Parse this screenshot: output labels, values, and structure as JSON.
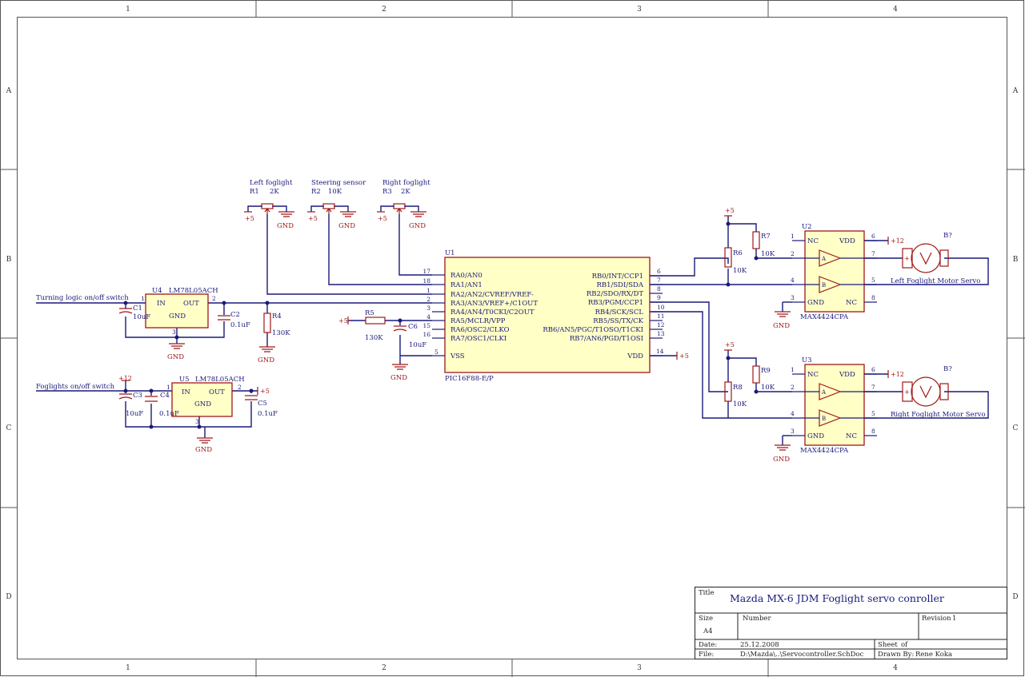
{
  "border": {
    "columns": [
      "1",
      "2",
      "3",
      "4"
    ],
    "rows": [
      "A",
      "B",
      "C",
      "D"
    ]
  },
  "title_block": {
    "title_label": "Title",
    "title": "Mazda MX-6 JDM Foglight servo conroller",
    "size_label": "Size",
    "size": "A4",
    "number_label": "Number",
    "revision_label": "Revision",
    "revision": "1",
    "date_label": "Date:",
    "date": "25.12.2008",
    "sheet_label": "Sheet",
    "sheet_of": "of",
    "file_label": "File:",
    "file": "D:\\Mazda\\..\\Servocontroller.SchDoc",
    "drawn_label": "Drawn By:",
    "drawn_by": "Rene Koka"
  },
  "nets": {
    "turning_logic": "Turning logic on/off switch",
    "foglights": "Foglights on/off switch",
    "gnd": "GND",
    "plus5": "+5",
    "plus12": "+12"
  },
  "components": {
    "pots": [
      {
        "title": "Left foglight",
        "ref": "R1",
        "value": "2K"
      },
      {
        "title": "Steering sensor",
        "ref": "R2",
        "value": "10K"
      },
      {
        "title": "Right foglight",
        "ref": "R3",
        "value": "2K"
      }
    ],
    "u4": {
      "ref": "U4",
      "part": "LM78L05ACH",
      "in": "IN",
      "out": "OUT",
      "gnd": "GND",
      "pin1": "1",
      "pin2": "2",
      "pin3": "3"
    },
    "u5": {
      "ref": "U5",
      "part": "LM78L05ACH",
      "in": "IN",
      "out": "OUT",
      "gnd": "GND",
      "pin1": "1",
      "pin2": "2",
      "pin3": "3"
    },
    "c1": {
      "ref": "C1",
      "value": "10uF"
    },
    "c2": {
      "ref": "C2",
      "value": "0.1uF"
    },
    "c3": {
      "ref": "C3",
      "value": "10uF"
    },
    "c4": {
      "ref": "C4",
      "value": "0.1uF"
    },
    "c5": {
      "ref": "C5",
      "value": "0.1uF"
    },
    "c6": {
      "ref": "C6",
      "value": "10uF"
    },
    "r4": {
      "ref": "R4",
      "value": "130K"
    },
    "r5": {
      "ref": "R5",
      "value": "130K"
    },
    "r6": {
      "ref": "R6",
      "value": "10K"
    },
    "r7": {
      "ref": "R7",
      "value": "10K"
    },
    "r8": {
      "ref": "R8",
      "value": "10K"
    },
    "r9": {
      "ref": "R9",
      "value": "10K"
    },
    "u1": {
      "ref": "U1",
      "part": "PIC16F88-E/P",
      "left_pins": [
        {
          "num": "17",
          "name": "RA0/AN0"
        },
        {
          "num": "18",
          "name": "RA1/AN1"
        },
        {
          "num": "1",
          "name": "RA2/AN2/CVREF/VREF-"
        },
        {
          "num": "2",
          "name": "RA3/AN3/VREF+/C1OUT"
        },
        {
          "num": "3",
          "name": "RA4/AN4/T0CKI/C2OUT"
        },
        {
          "num": "4",
          "name": "RA5/MCLR/VPP"
        },
        {
          "num": "15",
          "name": "RA6/OSC2/CLKO"
        },
        {
          "num": "16",
          "name": "RA7/OSC1/CLKI"
        }
      ],
      "right_pins": [
        {
          "num": "6",
          "name": "RB0/INT/CCP1"
        },
        {
          "num": "7",
          "name": "RB1/SDI/SDA"
        },
        {
          "num": "8",
          "name": "RB2/SDO/RX/DT"
        },
        {
          "num": "9",
          "name": "RB3/PGM/CCP1"
        },
        {
          "num": "10",
          "name": "RB4/SCK/SCL"
        },
        {
          "num": "11",
          "name": "RB5/SS/TX/CK"
        },
        {
          "num": "12",
          "name": "RB6/AN5/PGC/T1OSO/T1CKI"
        },
        {
          "num": "13",
          "name": "RB7/AN6/PGD/T1OSI"
        }
      ],
      "vss": "VSS",
      "vss_pin": "5",
      "vdd": "VDD",
      "vdd_pin": "14"
    },
    "drivers": [
      {
        "ref": "U2",
        "part": "MAX4424CPA",
        "nc": "NC",
        "vdd": "VDD",
        "gnd": "GND",
        "a": "A",
        "b": "B",
        "p1": "1",
        "p2": "2",
        "p3": "3",
        "p4": "4",
        "p5": "5",
        "p6": "6",
        "p7": "7",
        "p8": "8",
        "motor_ref": "B?",
        "motor_label": "Left Foglight Motor Servo"
      },
      {
        "ref": "U3",
        "part": "MAX4424CPA",
        "nc": "NC",
        "vdd": "VDD",
        "gnd": "GND",
        "a": "A",
        "b": "B",
        "p1": "1",
        "p2": "2",
        "p3": "3",
        "p4": "4",
        "p5": "5",
        "p6": "6",
        "p7": "7",
        "p8": "8",
        "motor_ref": "B?",
        "motor_label": "Right Foglight Motor Servo"
      }
    ]
  },
  "colors": {
    "wire": "#1a1a7a",
    "component": "#a01818",
    "chip_fill": "#ffffc6",
    "frame": "#555555"
  }
}
